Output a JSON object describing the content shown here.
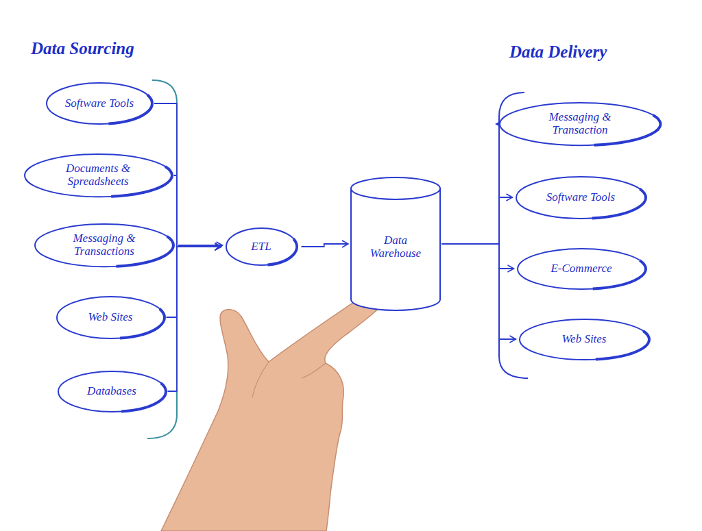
{
  "diagram": {
    "nodes": [
      {
        "text": [
          "Software Tools"
        ]
      },
      {
        "text": [
          "Documents & Spreadsheets"
        ]
      },
      {
        "text": [
          "Messaging & Transactions"
        ]
      },
      {
        "text": [
          "Web Sites"
        ]
      },
      {
        "text": [
          "Databases"
        ]
      },
      {
        "text": [
          "ETL"
        ]
      },
      {
        "text": [
          "Data Warehouse"
        ]
      },
      {
        "text": [
          "Messaging & Transaction"
        ]
      },
      {
        "text": [
          "Software Tools"
        ]
      },
      {
        "text": [
          "E-Commerce"
        ]
      },
      {
        "text": [
          "Web Sites"
        ]
      }
    ],
    "edges": [
      {
        "from": 0,
        "to": 5,
        "arrow": "to"
      },
      {
        "from": 1,
        "to": 5,
        "arrow": "to"
      },
      {
        "from": 2,
        "to": 5,
        "arrow": "to"
      },
      {
        "from": 3,
        "to": 5,
        "arrow": "to"
      },
      {
        "from": 4,
        "to": 5,
        "arrow": "to"
      },
      {
        "from": 5,
        "to": 6,
        "arrow": "to"
      },
      {
        "from": 6,
        "to": 7,
        "arrow": "to"
      },
      {
        "from": 6,
        "to": 8,
        "arrow": "to"
      },
      {
        "from": 6,
        "to": 9,
        "arrow": "to"
      },
      {
        "from": 6,
        "to": 10,
        "arrow": "to"
      }
    ],
    "labels": [
      "Data Sourcing",
      "Data Delivery"
    ]
  }
}
